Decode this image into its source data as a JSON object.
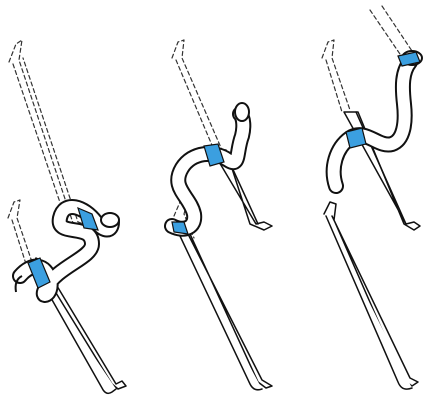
{
  "figure": {
    "panels": [
      {
        "id": "panel-1",
        "contact_color": "#3b9fe0",
        "contact_regions": 2
      },
      {
        "id": "panel-2",
        "contact_color": "#3b9fe0",
        "contact_regions": 2
      },
      {
        "id": "panel-3",
        "contact_color": "#3b9fe0",
        "contact_regions": 2
      }
    ]
  }
}
